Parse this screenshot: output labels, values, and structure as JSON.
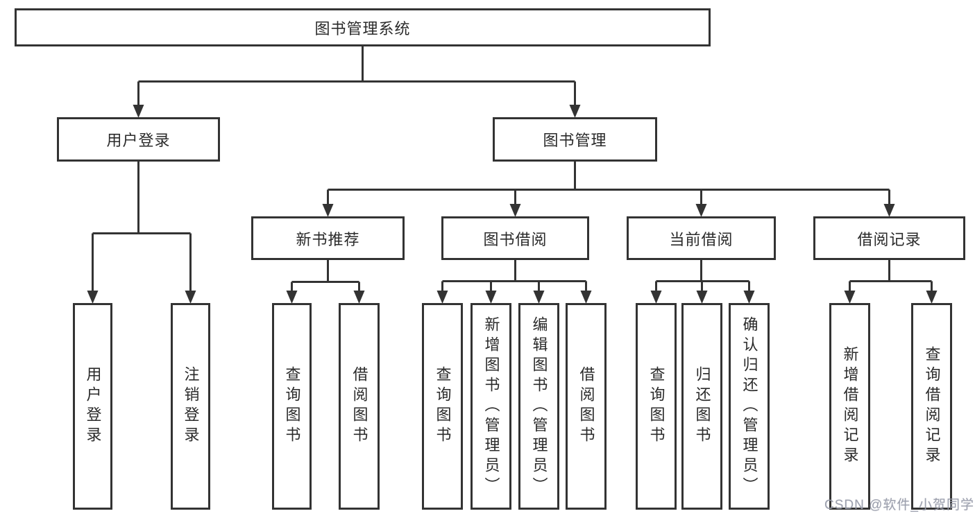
{
  "nodes": {
    "root": {
      "label": "图书管理系统"
    },
    "user_login": {
      "label": "用户登录"
    },
    "book_management": {
      "label": "图书管理"
    },
    "new_book_recommend": {
      "label": "新书推荐"
    },
    "book_borrowing": {
      "label": "图书借阅"
    },
    "current_borrowing": {
      "label": "当前借阅"
    },
    "borrowing_records": {
      "label": "借阅记录"
    },
    "login": {
      "label": "用户登录"
    },
    "logout": {
      "label": "注销登录"
    },
    "recommend_query_books": {
      "label": "查询图书"
    },
    "recommend_borrow_books": {
      "label": "借阅图书"
    },
    "borrowing_query_books": {
      "label": "查询图书"
    },
    "borrowing_add_books": {
      "label": "新增图书（管理员）"
    },
    "borrowing_edit_books": {
      "label": "编辑图书（管理员）"
    },
    "borrowing_borrow_books": {
      "label": "借阅图书"
    },
    "current_query_books": {
      "label": "查询图书"
    },
    "current_return_books": {
      "label": "归还图书"
    },
    "current_confirm_return": {
      "label": "确认归还（管理员）"
    },
    "records_add_record": {
      "label": "新增借阅记录"
    },
    "records_query_record": {
      "label": "查询借阅记录"
    }
  },
  "watermark": {
    "text": "CSDN @软件_小贺同学"
  },
  "colors": {
    "line": "#333333",
    "box_border": "#333333",
    "box_fill": "#ffffff",
    "text": "#2a2a2a",
    "watermark": "#989caa",
    "background": "#ffffff"
  }
}
